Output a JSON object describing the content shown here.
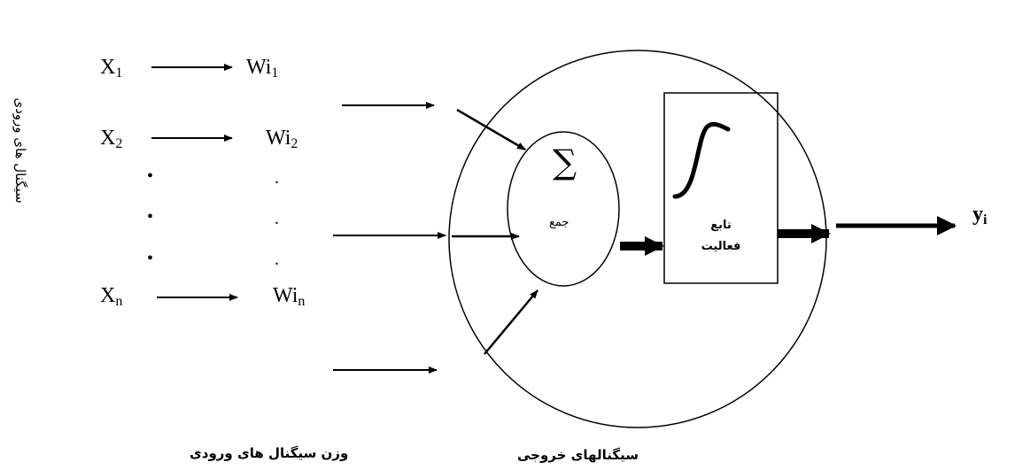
{
  "inputs": [
    {
      "base": "X",
      "sub": "1",
      "weight_base": "Wi",
      "weight_sub": "1"
    },
    {
      "base": "X",
      "sub": "2",
      "weight_base": "Wi",
      "weight_sub": "2"
    },
    {
      "base": "X",
      "sub": "n",
      "weight_base": "Wi",
      "weight_sub": "n"
    }
  ],
  "input_ellipsis": [
    "•",
    "•",
    "•"
  ],
  "weight_ellipsis": [
    ".",
    ".",
    "."
  ],
  "summation": {
    "symbol": "∑",
    "label": "جمع"
  },
  "activation": {
    "label_line1": "تابع",
    "label_line2": "فعالیت"
  },
  "output": {
    "base": "y",
    "sub": "i"
  },
  "captions": {
    "input_signals": "سیگنال های ورودی",
    "input_weights": "وزن سیگنال های ورودی",
    "output_signals": "سیگنالهای خروجی"
  }
}
